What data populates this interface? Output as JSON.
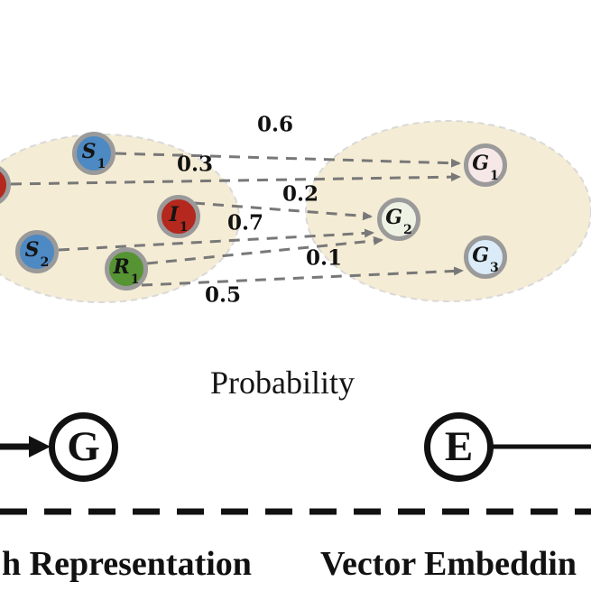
{
  "figure": {
    "type": "diagram",
    "description_visible_text_only": true
  },
  "colors": {
    "cluster_fill": "#f5ecd5",
    "cluster_border": "#d9d9d9",
    "node_border": "#9a9a9a",
    "node_blue": "#4d89c3",
    "node_red": "#b4281d",
    "node_green": "#569433",
    "node_g1_fill": "#f7e8e8",
    "node_g2_fill": "#eef2e4",
    "node_g3_fill": "#dbecf8",
    "edge_gray": "#787878",
    "ink_black": "#111111"
  },
  "graph": {
    "nodes": [
      {
        "id": "s1",
        "base": "S",
        "sub": "1",
        "fill": "blue"
      },
      {
        "id": "s2",
        "base": "S",
        "sub": "2",
        "fill": "blue"
      },
      {
        "id": "i1",
        "base": "I",
        "sub": "1",
        "fill": "red"
      },
      {
        "id": "r1",
        "base": "R",
        "sub": "1",
        "fill": "green"
      },
      {
        "id": "left-cut-node",
        "base": "",
        "sub": "",
        "fill": "red"
      },
      {
        "id": "g1",
        "base": "G",
        "sub": "1",
        "fill": "pink"
      },
      {
        "id": "g2",
        "base": "G",
        "sub": "2",
        "fill": "palegreen"
      },
      {
        "id": "g3",
        "base": "G",
        "sub": "3",
        "fill": "paleblue"
      }
    ],
    "edges": [
      {
        "from": "s1",
        "to": "g1",
        "probability": "0.6"
      },
      {
        "from": "left-cut-node",
        "to": "g1",
        "probability": "0.3"
      },
      {
        "from": "i1",
        "to": "g2",
        "probability": "0.2"
      },
      {
        "from": "s2",
        "to": "g2",
        "probability": "0.7"
      },
      {
        "from": "r1",
        "to": "g2",
        "probability": "0.1"
      },
      {
        "from": "r1",
        "to": "g3",
        "probability": "0.5"
      }
    ]
  },
  "captions": {
    "probability": "Probability"
  },
  "pipeline": {
    "g_symbol": "G",
    "e_symbol": "E",
    "left_caption": "h Representation",
    "right_caption": "Vector Embeddin"
  }
}
